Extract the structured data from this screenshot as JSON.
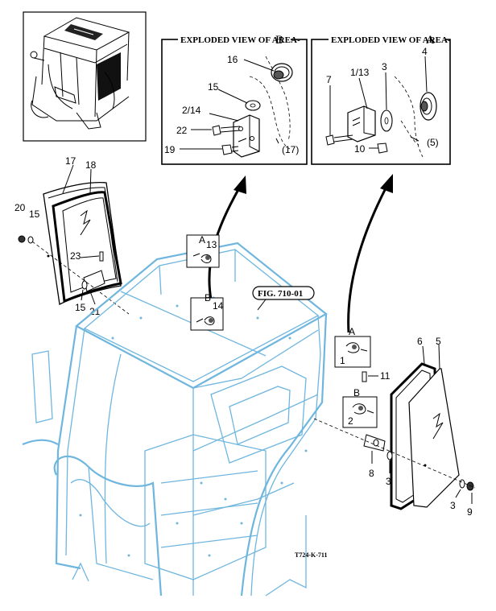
{
  "views": {
    "area_b": {
      "title_prefix": "EXPLODED VIEW OF AREA-",
      "title_letter": "B"
    },
    "area_a": {
      "title_prefix": "EXPLODED VIEW OF AREA-",
      "title_letter": "A"
    }
  },
  "figure_ref": "FIG. 710-01",
  "drawing_code": "T724-K-711",
  "area_b_callouts": {
    "c16": "16",
    "c15": "15",
    "c2_14": "2/14",
    "c22": "22",
    "c19": "19",
    "c17": "(17)"
  },
  "area_a_callouts": {
    "c7": "7",
    "c1_13": "1/13",
    "c3": "3",
    "c4": "4",
    "c10": "10",
    "c5": "(5)"
  },
  "main_callouts": {
    "c17": "17",
    "c18": "18",
    "c20": "20",
    "c15a": "15",
    "c23": "23",
    "c15b": "15",
    "c21": "21",
    "c13": "13",
    "c14": "14",
    "c1": "1",
    "c2": "2",
    "c6": "6",
    "c5": "5",
    "c11": "11",
    "c8": "8",
    "c3a": "3",
    "c3b": "3",
    "c9": "9"
  },
  "area_markers": {
    "a_top": "A",
    "b_top": "B",
    "a_right": "A",
    "b_right": "B"
  }
}
